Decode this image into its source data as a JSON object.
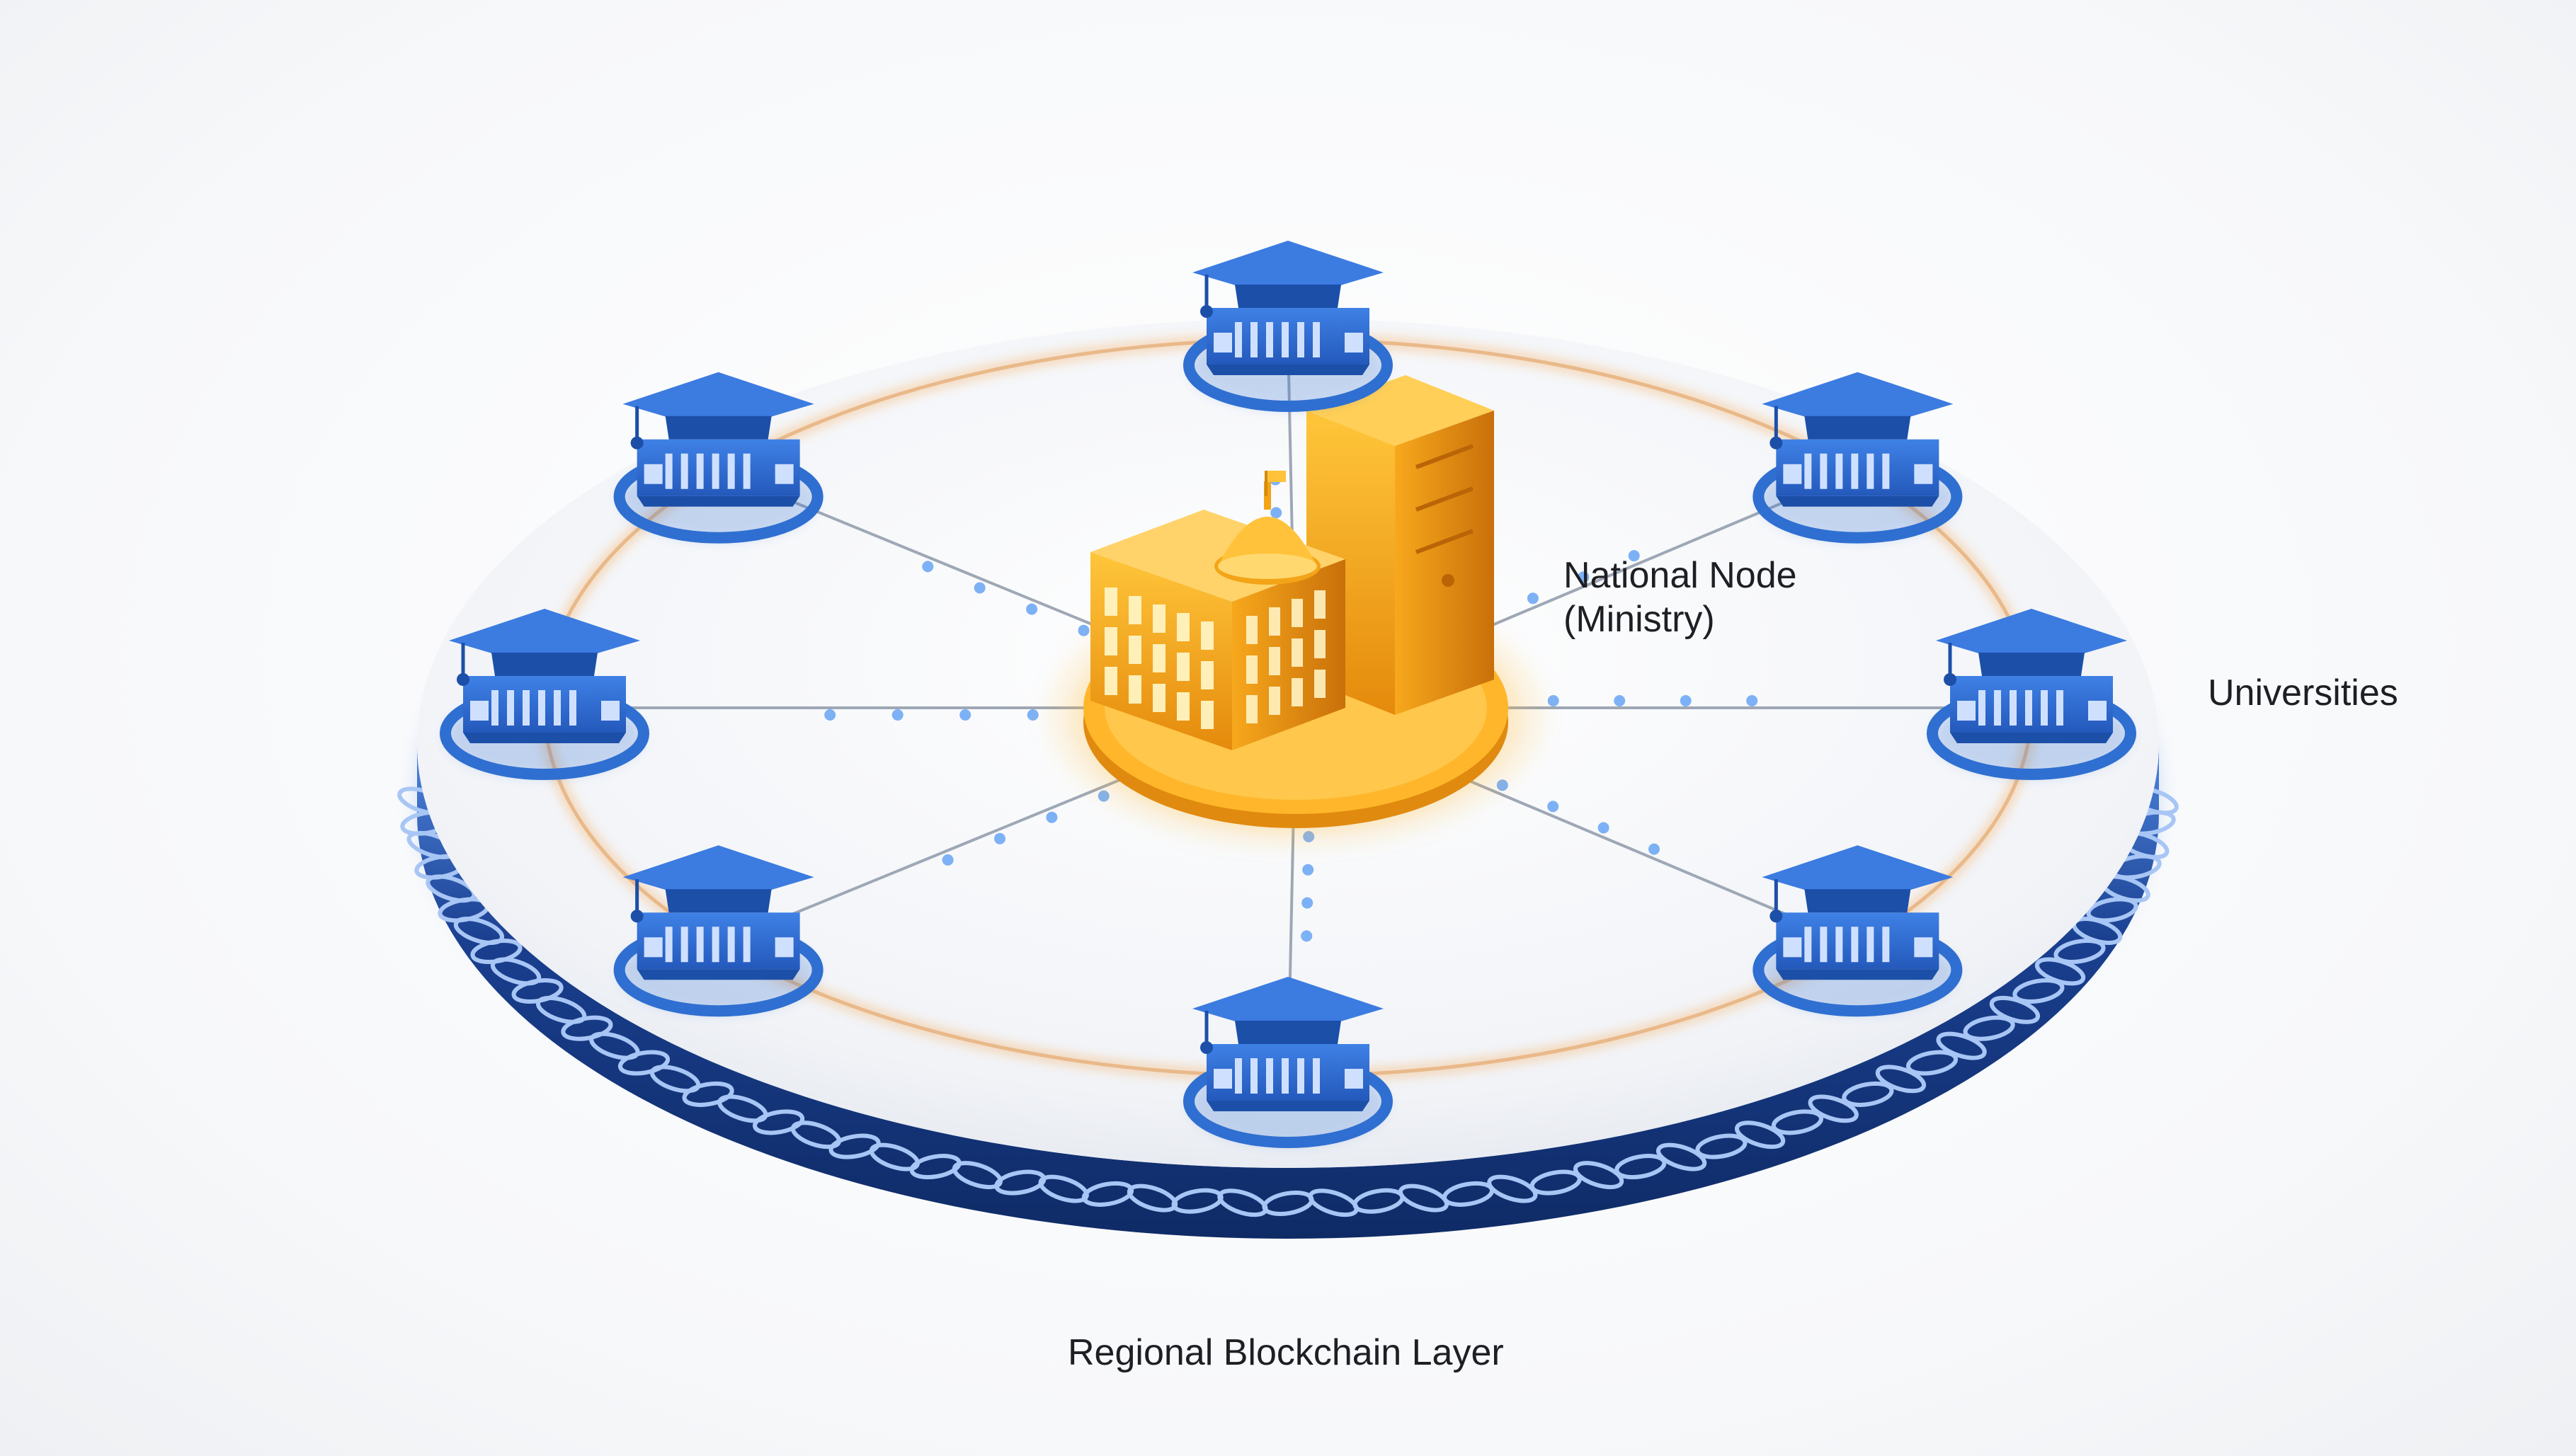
{
  "labels": {
    "national_node_line1": "National Node",
    "national_node_line2": "(Ministry)",
    "universities": "Universities",
    "regional_layer": "Regional Blockchain Layer"
  },
  "colors": {
    "university_blue": "#2f6fd1",
    "university_dark_blue": "#1c4fa8",
    "ring_glow": "#f2b36b",
    "national_gold": "#f3a417",
    "national_glow": "#ffcf55",
    "chain_band": "#1a3f8f",
    "platform": "#f3f5f8",
    "dot_blue": "#6fa8f5"
  },
  "nodes": {
    "central": {
      "name": "national-node",
      "icon": "government-building-with-server-icon"
    },
    "universities": [
      {
        "name": "university-top",
        "icon": "graduation-cap-building-icon"
      },
      {
        "name": "university-top-right",
        "icon": "graduation-cap-building-icon"
      },
      {
        "name": "university-right",
        "icon": "graduation-cap-building-icon"
      },
      {
        "name": "university-bottom-right",
        "icon": "graduation-cap-building-icon"
      },
      {
        "name": "university-bottom",
        "icon": "graduation-cap-building-icon"
      },
      {
        "name": "university-bottom-left",
        "icon": "graduation-cap-building-icon"
      },
      {
        "name": "university-left",
        "icon": "graduation-cap-building-icon"
      },
      {
        "name": "university-top-left",
        "icon": "graduation-cap-building-icon"
      }
    ]
  }
}
